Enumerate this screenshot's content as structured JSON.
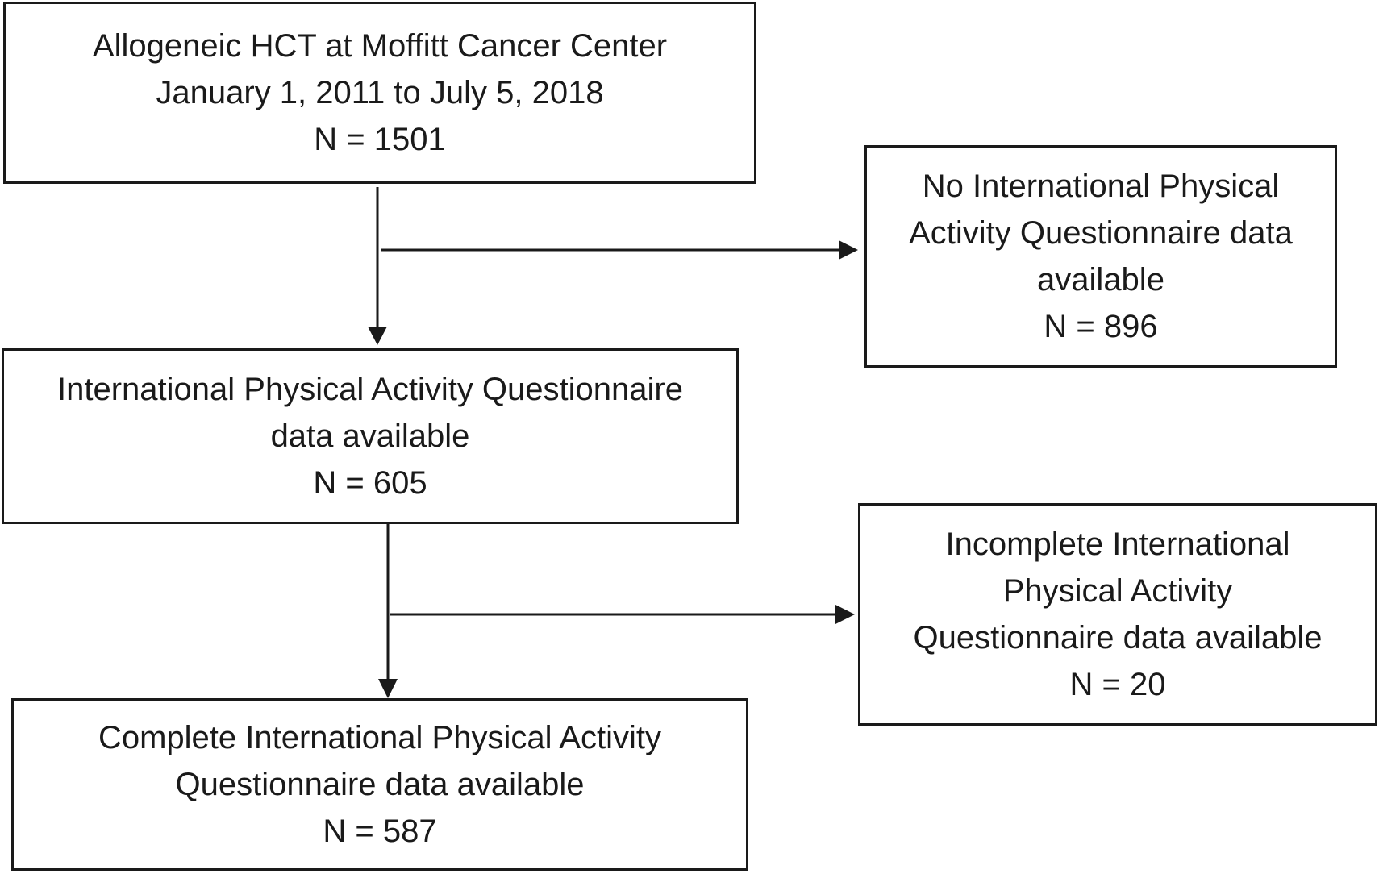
{
  "flowchart": {
    "boxes": [
      {
        "id": "box-1",
        "lines": [
          "Allogeneic HCT at Moffitt Cancer Center",
          "January 1, 2011 to July 5, 2018",
          "N = 1501"
        ]
      },
      {
        "id": "box-2",
        "lines": [
          "No International Physical",
          "Activity Questionnaire data",
          "available",
          "N = 896"
        ]
      },
      {
        "id": "box-3",
        "lines": [
          "International Physical Activity Questionnaire",
          "data available",
          "N = 605"
        ]
      },
      {
        "id": "box-4",
        "lines": [
          "Incomplete International",
          "Physical Activity",
          "Questionnaire data available",
          "N = 20"
        ]
      },
      {
        "id": "box-5",
        "lines": [
          "Complete International Physical Activity",
          "Questionnaire data available",
          "N = 587"
        ]
      }
    ],
    "edges": [
      {
        "from": "box-1",
        "to": "box-3"
      },
      {
        "from": "box-1",
        "to": "box-2"
      },
      {
        "from": "box-3",
        "to": "box-5"
      },
      {
        "from": "box-3",
        "to": "box-4"
      }
    ]
  }
}
